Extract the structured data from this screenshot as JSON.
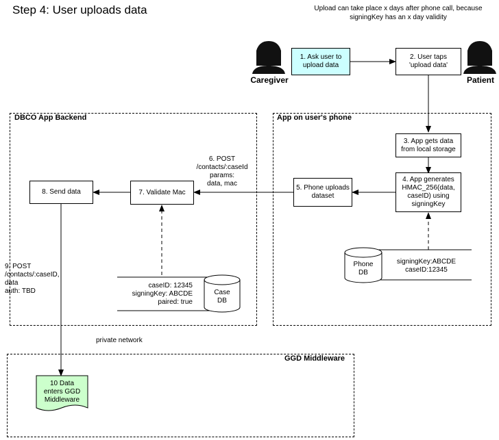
{
  "title": "Step 4: User uploads data",
  "note": "Upload can take place x days after phone call, because signingKey has an x day validity",
  "actors": {
    "caregiver": "Caregiver",
    "patient": "Patient"
  },
  "regions": {
    "backend": "DBCO App Backend",
    "phone": "App on user's phone",
    "middleware": "GGD Middleware"
  },
  "steps": {
    "s1": "1. Ask user to\nupload data",
    "s2": "2. User taps\n'upload data'",
    "s3": "3. App gets data\nfrom local storage",
    "s4": "4. App generates\nHMAC_256(data,\ncaseID) using\nsigningKey",
    "s5": "5. Phone uploads\ndataset",
    "s7": "7. Validate Mac",
    "s8": "8. Send data",
    "s10": "10 Data\nenters GGD\nMiddleware"
  },
  "edge_labels": {
    "e6": "6. POST\n/contacts/:caseId\nparams:\ndata, mac",
    "e9": "9. POST\n/contacts/:caseID,\ndata\nauth: TBD"
  },
  "databases": {
    "phone_db": {
      "name": "Phone\nDB",
      "fields": "signingKey:ABCDE\ncaseID:12345"
    },
    "case_db": {
      "name": "Case\nDB",
      "fields": "caseID: 12345\nsigningKey: ABCDE\npaired: true"
    }
  },
  "private_network": "private network",
  "colors": {
    "step1_fill": "#ccffff",
    "step10_fill": "#ccffcc"
  }
}
